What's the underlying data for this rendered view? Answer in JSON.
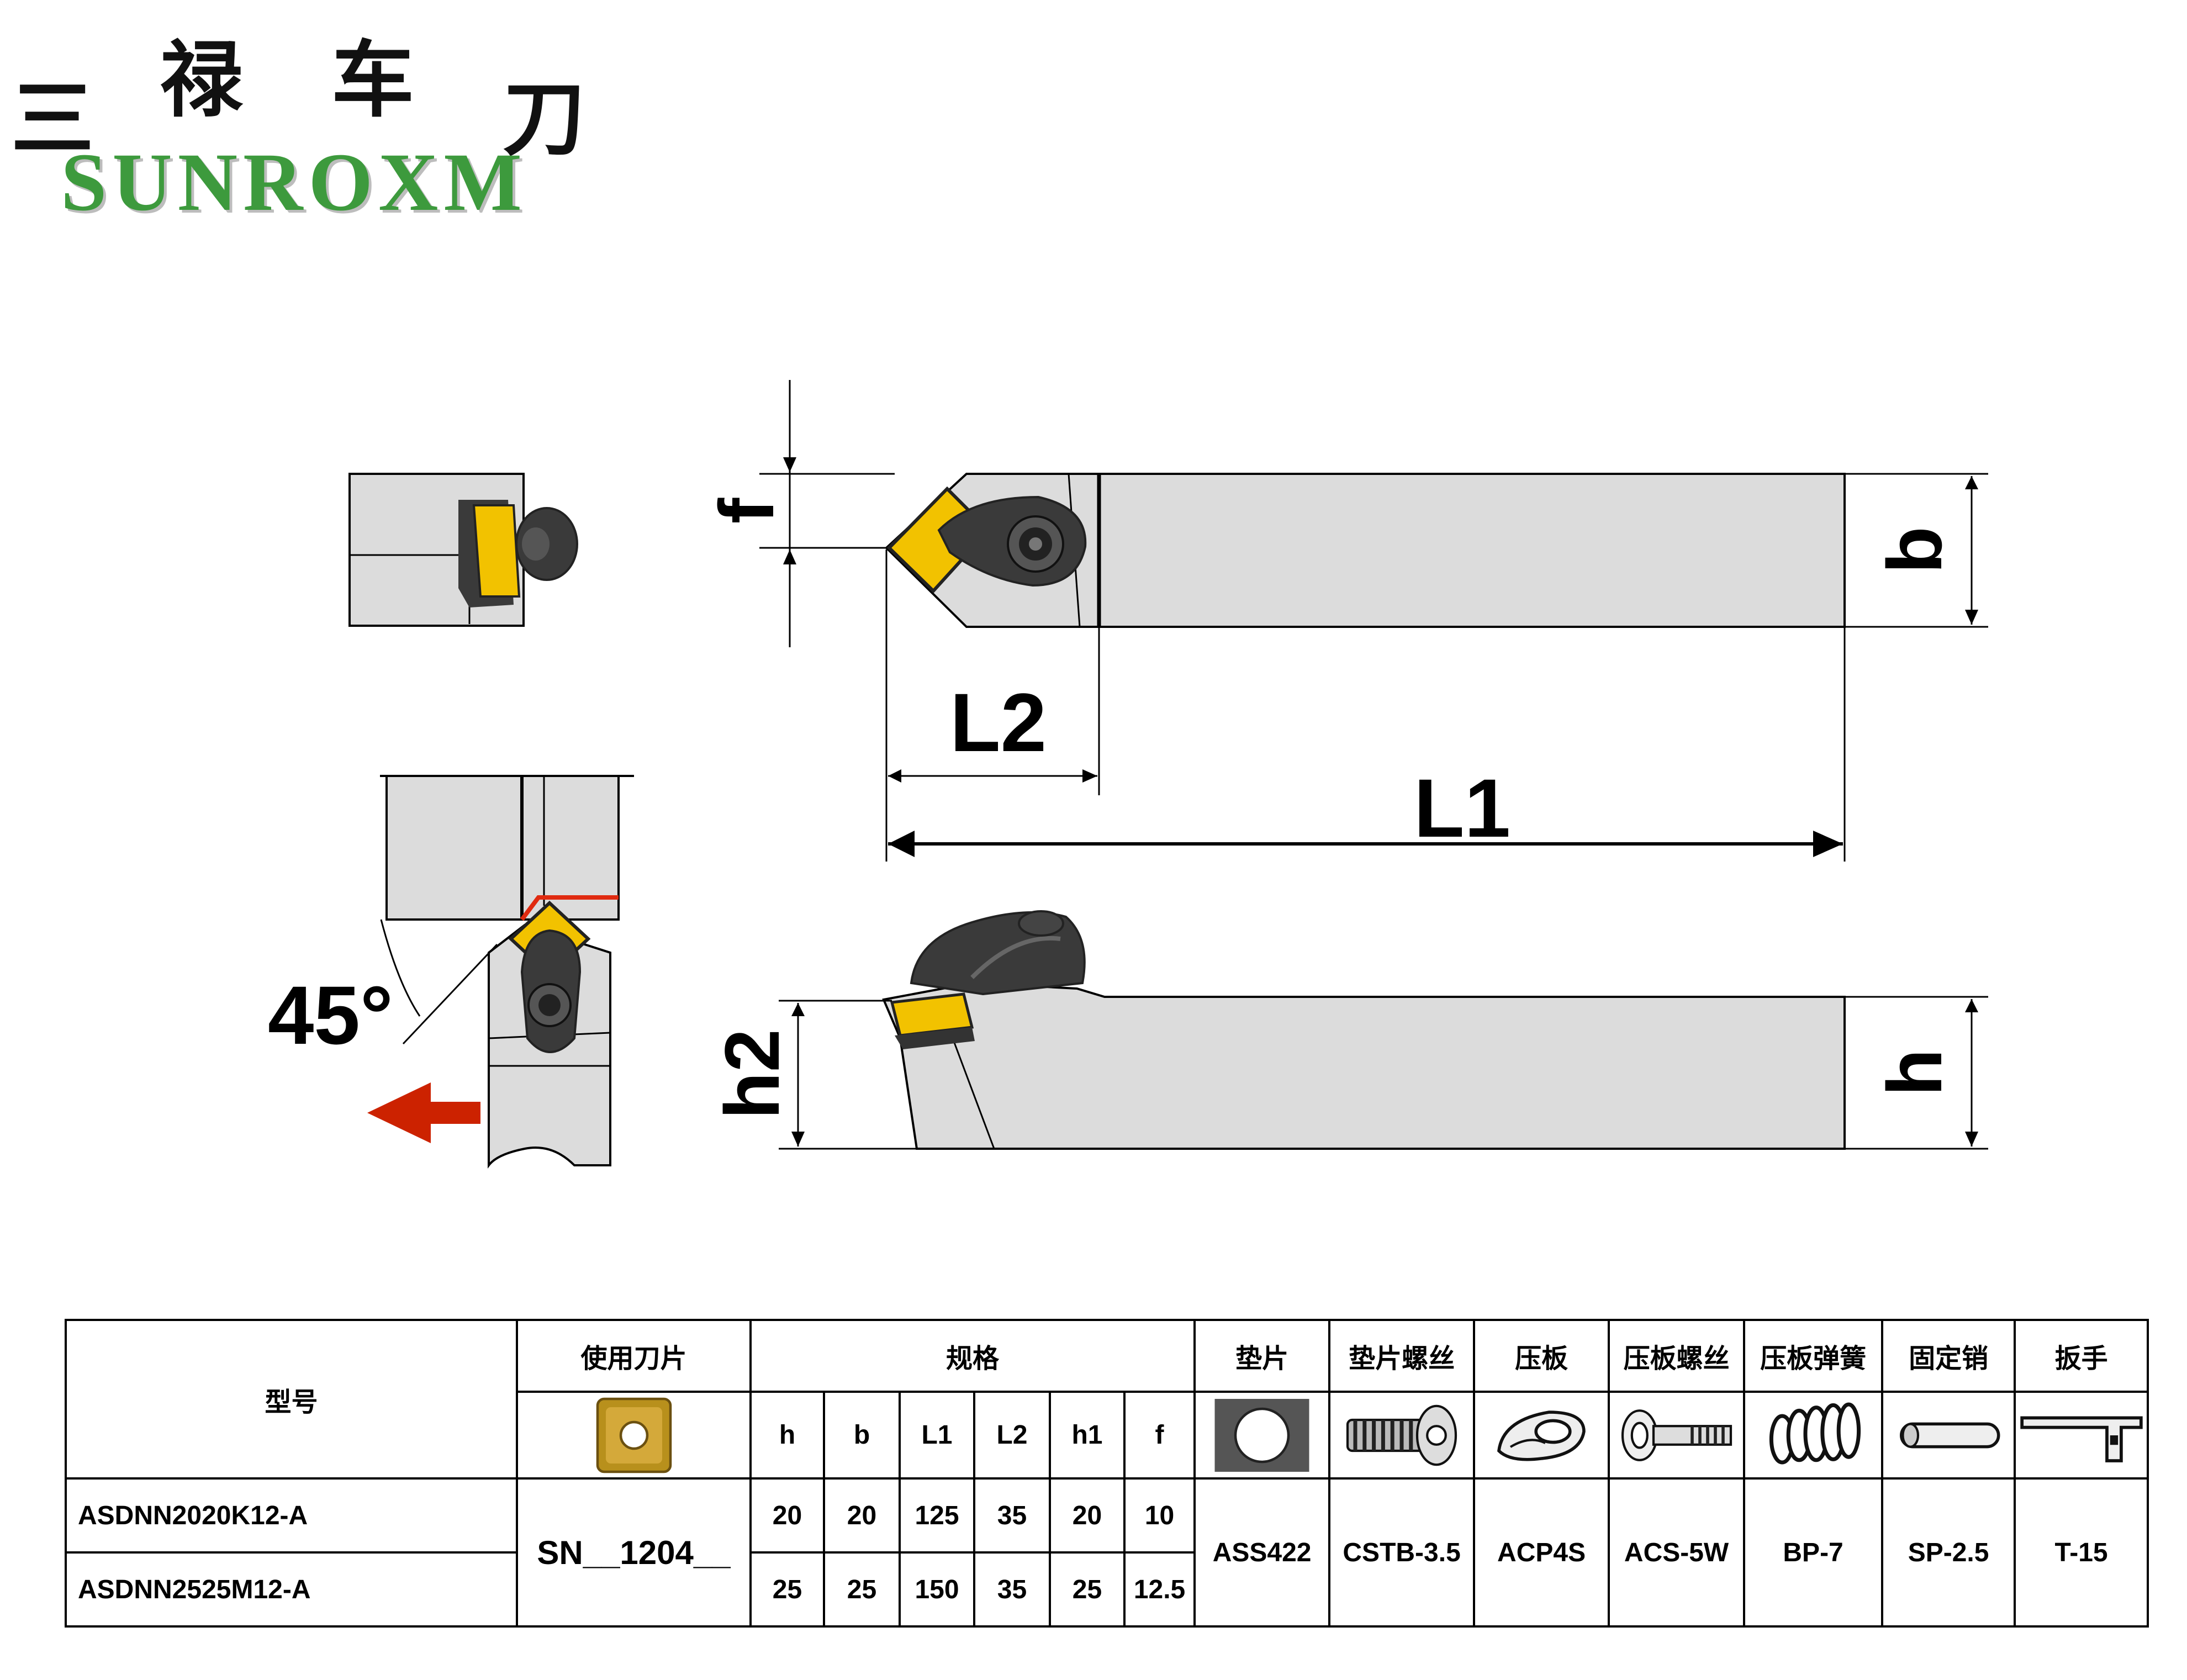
{
  "logo": {
    "chinese": [
      "三",
      "禄",
      "车",
      "刀"
    ],
    "english": "SUNROXM"
  },
  "diagram": {
    "labels": {
      "f": "f",
      "b": "b",
      "L2": "L2",
      "L1": "L1",
      "h2": "h2",
      "h": "h",
      "angle": "45°"
    },
    "colors": {
      "body": "#dcdcdc",
      "insert": "#f2c200",
      "clamp": "#3a3a3a",
      "arrow": "#cc2200",
      "edge": "#e02a10"
    }
  },
  "table": {
    "headers": {
      "model": "型号",
      "insert": "使用刀片",
      "spec": "规格",
      "shim": "垫片",
      "shim_screw": "垫片螺丝",
      "clamp": "压板",
      "clamp_screw": "压板螺丝",
      "clamp_spring": "压板弹簧",
      "pin": "固定销",
      "wrench": "扳手"
    },
    "spec_columns": [
      "h",
      "b",
      "L1",
      "L2",
      "h1",
      "f"
    ],
    "insert_code": "SN__1204__",
    "rows": [
      {
        "model": "ASDNN2020K12-A",
        "values": [
          "20",
          "20",
          "125",
          "35",
          "20",
          "10"
        ]
      },
      {
        "model": "ASDNN2525M12-A",
        "values": [
          "25",
          "25",
          "150",
          "35",
          "25",
          "12.5"
        ]
      }
    ],
    "parts": {
      "shim": "ASS422",
      "shim_screw": "CSTB-3.5",
      "clamp": "ACP4S",
      "clamp_screw": "ACS-5W",
      "clamp_spring": "BP-7",
      "pin": "SP-2.5",
      "wrench": "T-15"
    }
  }
}
